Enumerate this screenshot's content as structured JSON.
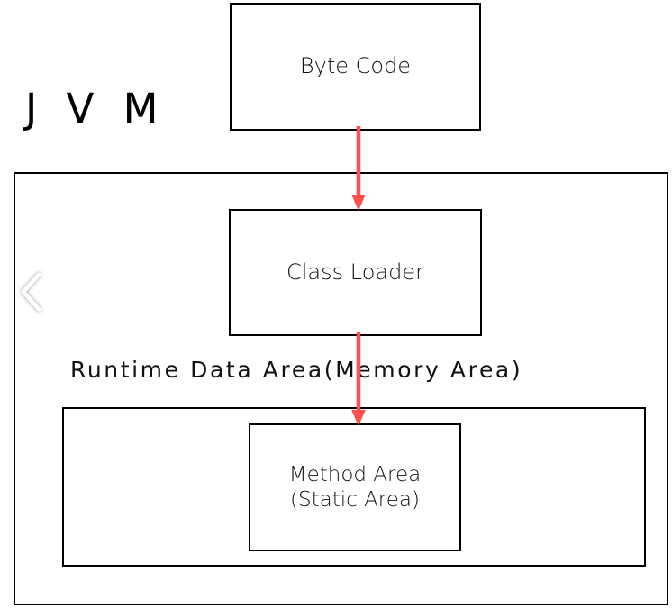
{
  "diagram": {
    "title": "J V M",
    "accent_color": "#ff5050",
    "line_color": "#000000",
    "background": "#ffffff",
    "nodes": [
      {
        "id": "byte-code",
        "label": "Byte Code"
      },
      {
        "id": "class-loader",
        "label": "Class Loader"
      },
      {
        "id": "runtime-data-area",
        "label": "Runtime Data Area(Memory Area)"
      },
      {
        "id": "method-area",
        "label": "Method Area\n(Static Area)"
      }
    ],
    "edges": [
      {
        "from": "byte-code",
        "to": "class-loader",
        "color": "#ff5050",
        "style": "arrow-down"
      },
      {
        "from": "class-loader",
        "to": "method-area",
        "color": "#ff5050",
        "style": "arrow-down"
      }
    ],
    "overlay": {
      "prev_icon": "chevron-left-icon"
    }
  }
}
